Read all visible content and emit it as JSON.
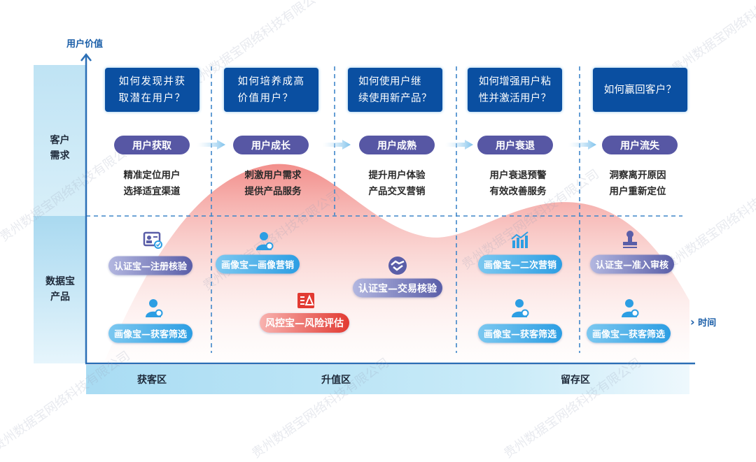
{
  "axes": {
    "y_title": "用户价值",
    "x_title": "时间"
  },
  "rows": {
    "top": "客户需求",
    "bottom": "数据宝产品"
  },
  "zones": [
    "获客区",
    "升值区",
    "留存区"
  ],
  "stages": [
    {
      "question": [
        "如何发现并获",
        "取潜在用户？"
      ],
      "stage": "用户获取",
      "desc": [
        "精准定位用户",
        "选择适宜渠道"
      ]
    },
    {
      "question": [
        "如何培养成高",
        "价值用户？"
      ],
      "stage": "用户成长",
      "desc": [
        "刺激用户需求",
        "提供产品服务"
      ]
    },
    {
      "question": [
        "如何使用户继",
        "续使用新产品？"
      ],
      "stage": "用户成熟",
      "desc": [
        "提升用户体验",
        "产品交叉营销"
      ]
    },
    {
      "question": [
        "如何增强用户粘",
        "性并激活用户？"
      ],
      "stage": "用户衰退",
      "desc": [
        "用户衰退预警",
        "有效改善服务"
      ]
    },
    {
      "question": [
        "如何赢回客户？"
      ],
      "stage": "用户流失",
      "desc": [
        "洞察离开原因",
        "用户重新定位"
      ]
    }
  ],
  "products": [
    {
      "label": "认证宝—注册核验",
      "icon": "id-card-check-icon",
      "style": "purple"
    },
    {
      "label": "画像宝—获客筛选",
      "icon": "user-profile-icon",
      "style": "blue"
    },
    {
      "label": "画像宝—画像营销",
      "icon": "user-profile-icon",
      "style": "blue"
    },
    {
      "label": "风控宝—风险评估",
      "icon": "risk-warning-icon",
      "style": "red"
    },
    {
      "label": "认证宝—交易核验",
      "icon": "handshake-icon",
      "style": "purple"
    },
    {
      "label": "画像宝—二次营销",
      "icon": "bar-chart-icon",
      "style": "blue"
    },
    {
      "label": "画像宝—获客筛选",
      "icon": "user-profile-icon",
      "style": "blue"
    },
    {
      "label": "认证宝—准入审核",
      "icon": "stamp-icon",
      "style": "purple"
    },
    {
      "label": "画像宝—获客筛选",
      "icon": "user-profile-icon",
      "style": "blue"
    }
  ],
  "watermark": "贵州数据宝网络科技有限公司",
  "colors": {
    "navy": "#0a4fa1",
    "pill": "#5757a4",
    "axis": "#1a5ea8",
    "curve": "#f08a86"
  }
}
